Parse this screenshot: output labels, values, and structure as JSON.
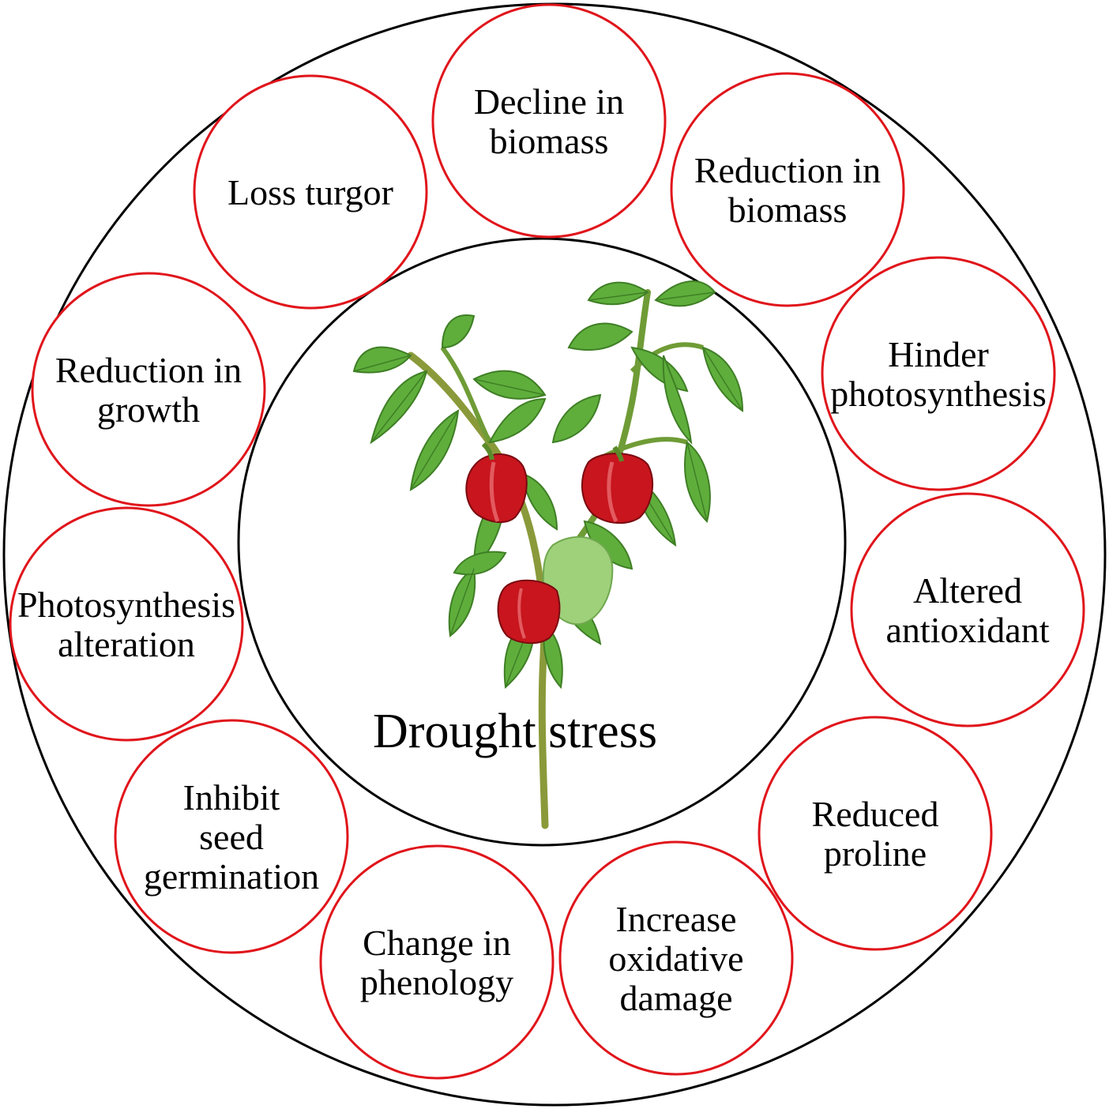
{
  "center_title": "Drought stress",
  "colors": {
    "outer_ring": "#000000",
    "effect_circle": "#e0151b",
    "leaf": "#5fae3c",
    "leaf_dark": "#3f7f25",
    "pepper_red": "#c8151e",
    "pepper_green": "#9fd07a",
    "stem": "#8a9a3a"
  },
  "effects": [
    {
      "id": "decline-biomass",
      "lines": [
        "Decline in",
        "biomass"
      ]
    },
    {
      "id": "reduction-biomass",
      "lines": [
        "Reduction in",
        "biomass"
      ]
    },
    {
      "id": "hinder-photosynthesis",
      "lines": [
        "Hinder",
        "photosynthesis"
      ]
    },
    {
      "id": "altered-antioxidant",
      "lines": [
        "Altered",
        "antioxidant"
      ]
    },
    {
      "id": "reduced-proline",
      "lines": [
        "Reduced",
        "proline"
      ]
    },
    {
      "id": "increase-oxidative-damage",
      "lines": [
        "Increase",
        "oxidative",
        "damage"
      ]
    },
    {
      "id": "change-phenology",
      "lines": [
        "Change in",
        "phenology"
      ]
    },
    {
      "id": "inhibit-seed-germination",
      "lines": [
        "Inhibit",
        "seed",
        "germination"
      ]
    },
    {
      "id": "photosynthesis-alteration",
      "lines": [
        "Photosynthesis",
        "alteration"
      ]
    },
    {
      "id": "reduction-growth",
      "lines": [
        "Reduction in",
        "growth"
      ]
    },
    {
      "id": "loss-turgor",
      "lines": [
        "Loss turgor"
      ]
    }
  ]
}
